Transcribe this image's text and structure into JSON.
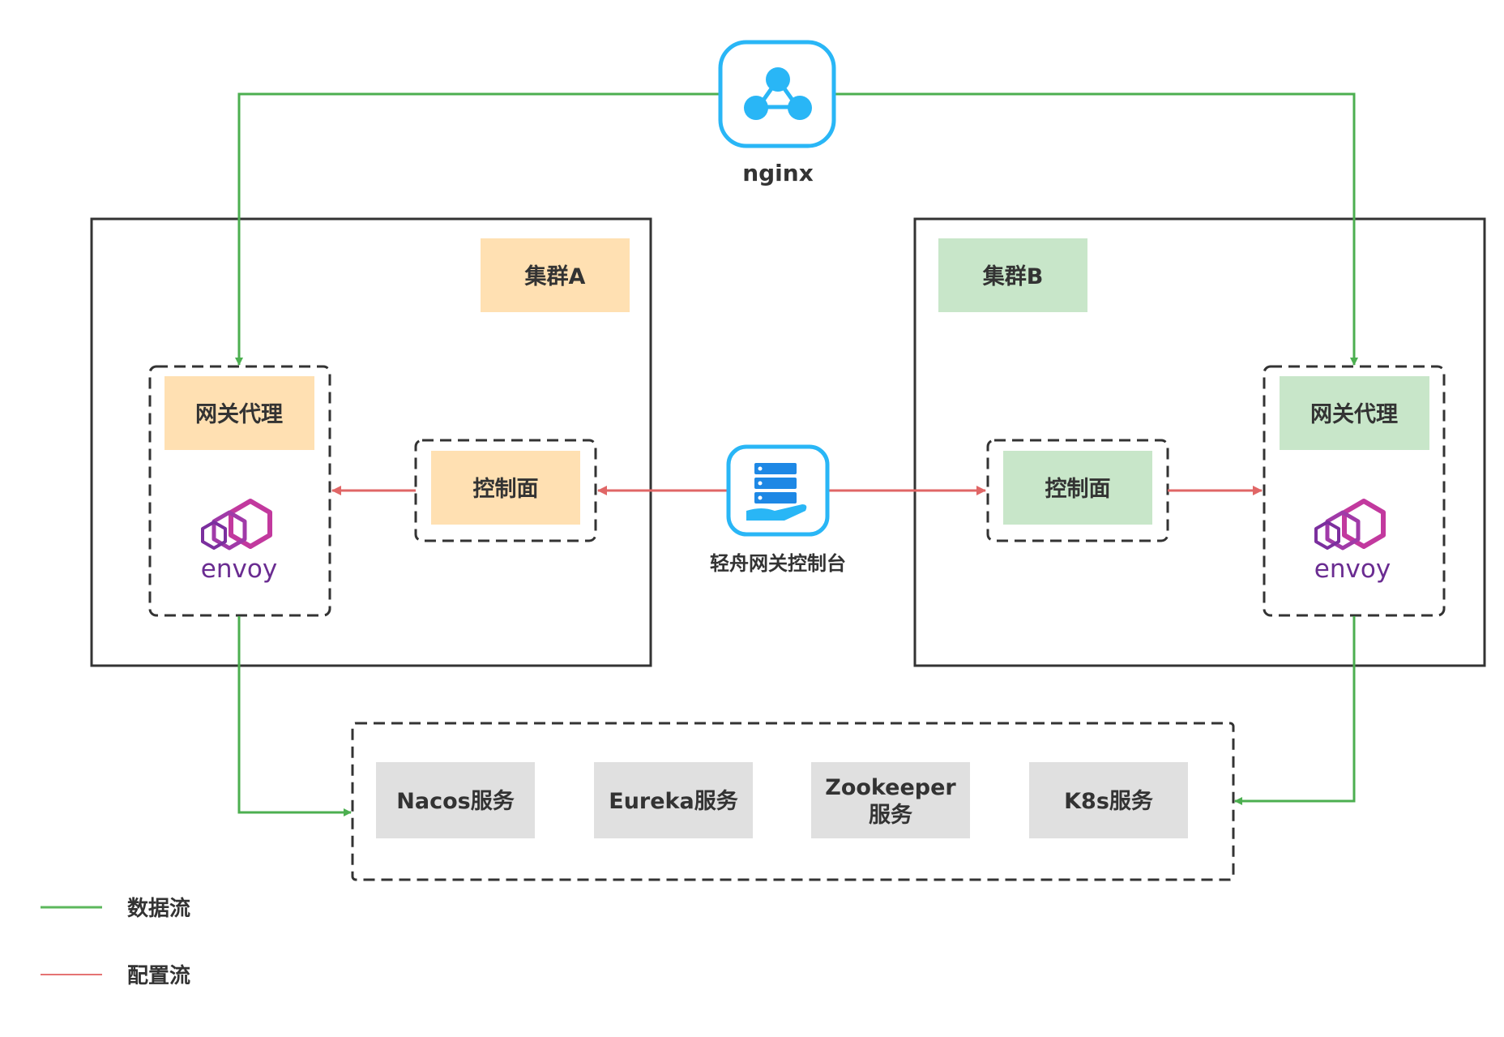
{
  "nodes": {
    "nginx": {
      "label": "nginx",
      "icon": "nginx-icon"
    },
    "cluster_a": {
      "label": "集群A"
    },
    "cluster_b": {
      "label": "集群B"
    },
    "gateway_proxy_a": {
      "label": "网关代理"
    },
    "gateway_proxy_b": {
      "label": "网关代理"
    },
    "control_plane_a": {
      "label": "控制面"
    },
    "control_plane_b": {
      "label": "控制面"
    },
    "envoy_a": {
      "label": "envoy",
      "icon": "envoy-logo"
    },
    "envoy_b": {
      "label": "envoy",
      "icon": "envoy-logo"
    },
    "console": {
      "label": "轻舟网关控制台",
      "icon": "server-hand-icon"
    },
    "services": [
      {
        "lines": [
          "Nacos服务"
        ]
      },
      {
        "lines": [
          "Eureka服务"
        ]
      },
      {
        "lines": [
          "Zookeeper",
          "服务"
        ]
      },
      {
        "lines": [
          "K8s服务"
        ]
      }
    ]
  },
  "legend": [
    {
      "label": "数据流",
      "color": "#5cb85c"
    },
    {
      "label": "配置流",
      "color": "#e57373"
    }
  ],
  "colors": {
    "data_flow": "#4caf50",
    "config_flow": "#e06666",
    "cluster_a_fill": "#ffe0b2",
    "cluster_b_fill": "#c8e6c9",
    "service_fill": "#e0e0e0",
    "border": "#333333",
    "icon_blue": "#29b6f6",
    "envoy_purple": "#a03aa8"
  }
}
